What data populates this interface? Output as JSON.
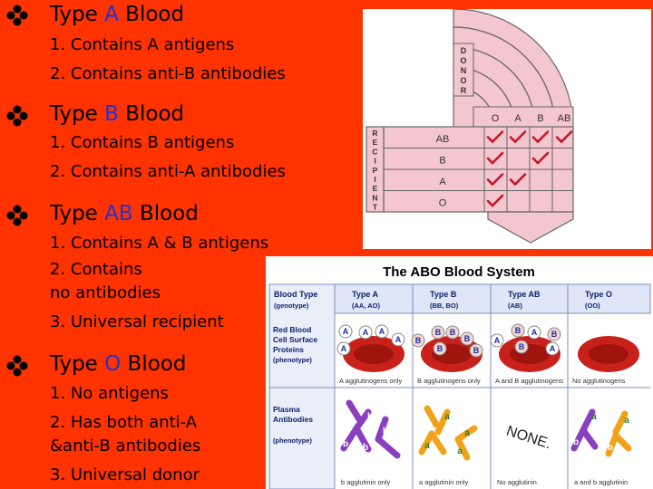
{
  "sections": [
    {
      "head_prefix": "Type ",
      "type": "A",
      "head_suffix": " Blood",
      "lines": [
        "1. Contains A antigens",
        "2. Contains anti-B antibodies"
      ]
    },
    {
      "head_prefix": "Type ",
      "type": "B",
      "head_suffix": " Blood",
      "lines": [
        "1. Contains B antigens",
        "2. Contains anti-A antibodies"
      ]
    },
    {
      "head_prefix": "Type ",
      "type": "AB",
      "head_suffix": " Blood",
      "lines": [
        "1. Contains A & B antigens",
        "2. Contains",
        "no antibodies",
        "3. Universal recipient"
      ]
    },
    {
      "head_prefix": "Type ",
      "type": "O",
      "head_suffix": " Blood",
      "lines": [
        "1. No antigens",
        "2. Has both anti-A",
        "&anti-B antibodies",
        "3. Universal donor"
      ]
    }
  ],
  "donor_chart": {
    "donor_label": [
      "D",
      "O",
      "N",
      "O",
      "R"
    ],
    "recipient_label": [
      "R",
      "E",
      "C",
      "I",
      "P",
      "I",
      "E",
      "N",
      "T"
    ],
    "donor_types": [
      "O",
      "A",
      "B",
      "AB"
    ],
    "recipient_types": [
      "AB",
      "B",
      "A",
      "O"
    ],
    "compatible": [
      [
        true,
        true,
        true,
        true
      ],
      [
        true,
        false,
        true,
        false
      ],
      [
        true,
        true,
        false,
        false
      ],
      [
        true,
        false,
        false,
        false
      ]
    ]
  },
  "abo_table": {
    "title": "The ABO Blood System",
    "col_header": {
      "label": "Blood Type",
      "sub": "(genotype)"
    },
    "types": [
      {
        "name": "Type A",
        "geno": "(AA, AO)"
      },
      {
        "name": "Type B",
        "geno": "(BB, BO)"
      },
      {
        "name": "Type AB",
        "geno": "(AB)"
      },
      {
        "name": "Type O",
        "geno": "(OO)"
      }
    ],
    "row1": {
      "label": [
        "Red Blood",
        "Cell Surface",
        "Proteins"
      ],
      "sub": "(phenotype)"
    },
    "captions1": [
      "A agglutinogens only",
      "B agglutinogens only",
      "A and B agglutinogens",
      "No agglutinogens"
    ],
    "row2": {
      "label": [
        "Plasma",
        "Antibodies"
      ],
      "sub": "(phenotype)"
    },
    "none_text": "NONE.",
    "captions2": [
      "b agglutinin only",
      "a agglutinin only",
      "No agglutinin",
      "a and b agglutinin"
    ]
  }
}
